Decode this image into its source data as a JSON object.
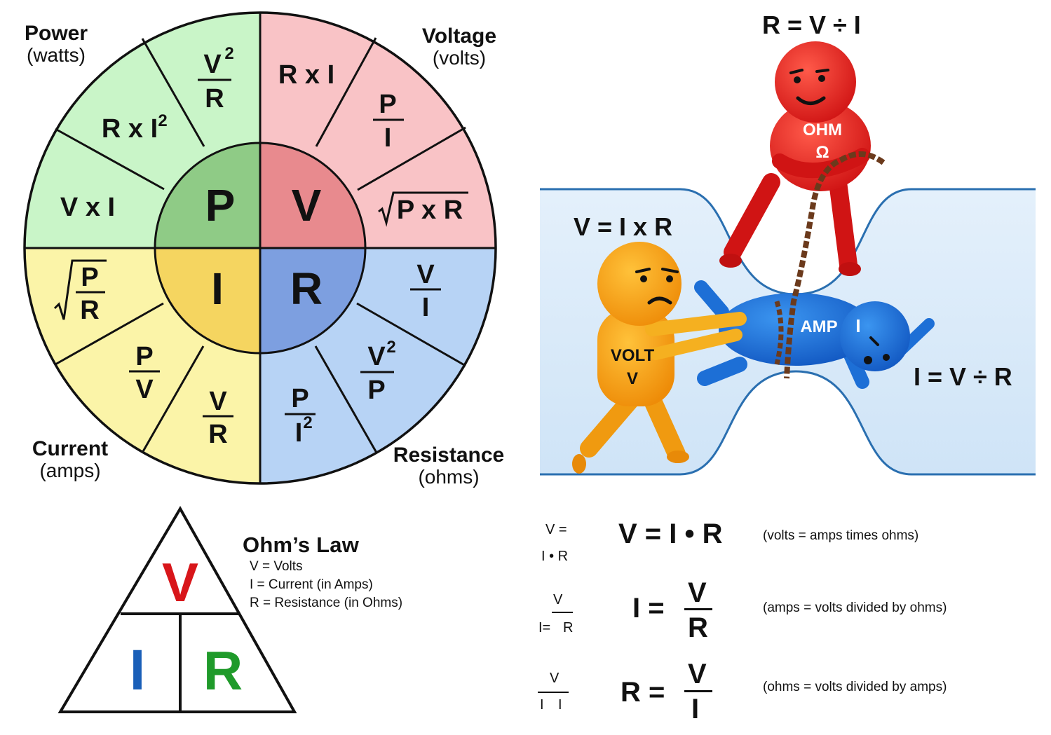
{
  "wheel": {
    "quadrant_labels": {
      "power": {
        "title": "Power",
        "unit": "(watts)"
      },
      "voltage": {
        "title": "Voltage",
        "unit": "(volts)"
      },
      "current": {
        "title": "Current",
        "unit": "(amps)"
      },
      "resistance": {
        "title": "Resistance",
        "unit": "(ohms)"
      }
    },
    "center_letters": {
      "p": "P",
      "v": "V",
      "i": "I",
      "r": "R"
    },
    "formulas": {
      "power": [
        "V²/R",
        "R x I²",
        "V x I"
      ],
      "voltage": [
        "R x I",
        "P/I",
        "√P x R"
      ],
      "current": [
        "√P/R",
        "P/V",
        "V/R"
      ],
      "resistance": [
        "V/I",
        "V²/P",
        "P/I²"
      ]
    },
    "tokens": {
      "v": "V",
      "r": "R",
      "p": "P",
      "i": "I",
      "two": "2",
      "rxi": "R x I",
      "vxi": "V x I",
      "rx": "R x I",
      "pxr": "P x R"
    },
    "colors": {
      "power_outer": "#c9f5c8",
      "power_inner": "#8fcb86",
      "voltage_outer": "#f9c3c6",
      "voltage_inner": "#e88a8e",
      "current_outer": "#fbf4a8",
      "current_inner": "#f5d560",
      "resistance_outer": "#b7d3f5",
      "resistance_inner": "#7d9fe0"
    }
  },
  "cartoon": {
    "top_equation": "R = V ÷ I",
    "left_equation": "V = I x R",
    "right_equation": "I = V ÷ R",
    "ohm": {
      "name": "OHM",
      "symbol": "Ω",
      "color": "#e52222"
    },
    "volt": {
      "name": "VOLT",
      "symbol": "V",
      "color": "#f5a316"
    },
    "amp": {
      "name": "AMP",
      "symbol": "I",
      "color": "#1d6fd6"
    }
  },
  "triangle": {
    "v": "V",
    "i": "I",
    "r": "R",
    "v_color": "#d8161a",
    "i_color": "#1a5fb8",
    "r_color": "#1f9a2a"
  },
  "legend": {
    "title": "Ohm’s Law",
    "lines": [
      "V = Volts",
      "I = Current (in Amps)",
      "R = Resistance (in Ohms)"
    ]
  },
  "equations": {
    "row1": {
      "small_top": "V =",
      "small_bottom": "I • R",
      "big": "V = I • R",
      "note": "(volts = amps times ohms)"
    },
    "row2": {
      "small_num": "V",
      "small_prefix": "I=",
      "small_den": "R",
      "big_lhs": "I =",
      "big_num": "V",
      "big_den": "R",
      "note": "(amps = volts divided by ohms)"
    },
    "row3": {
      "small_num": "V",
      "small_den_a": "I",
      "small_den_b": "I",
      "big_lhs": "R =",
      "big_num": "V",
      "big_den": "I",
      "note": "(ohms = volts divided by amps)"
    }
  }
}
